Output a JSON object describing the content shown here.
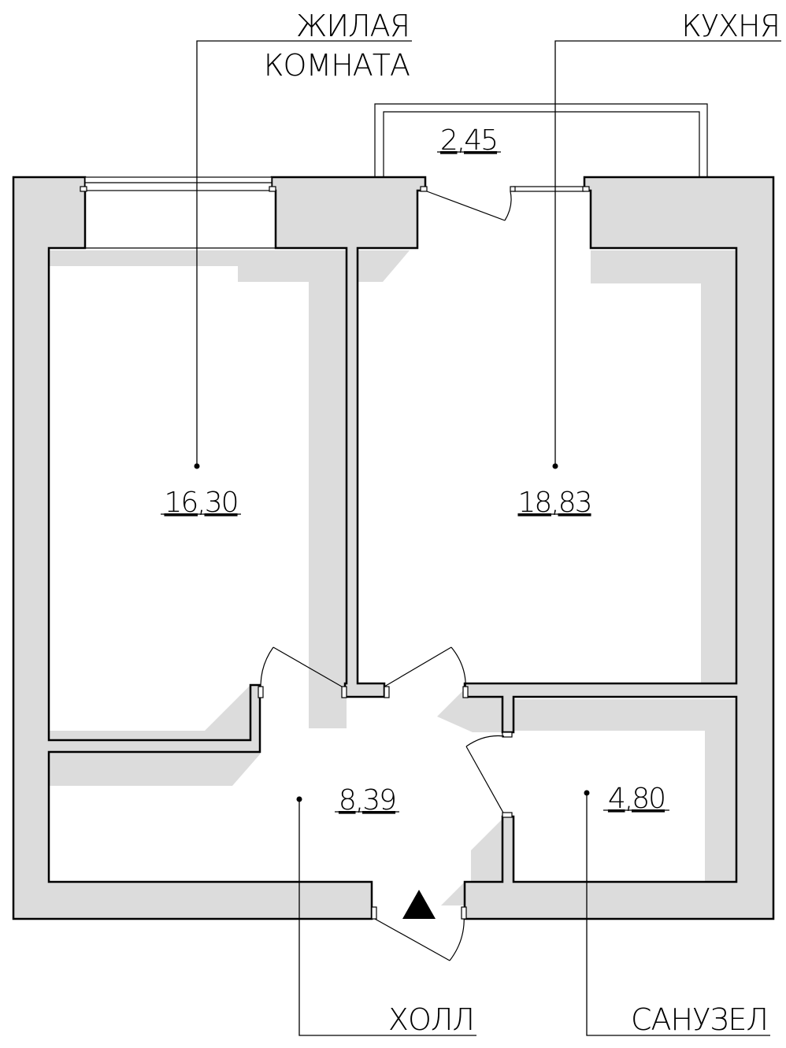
{
  "rooms": {
    "living": {
      "label_line1": "ЖИЛАЯ",
      "label_line2": "КОМНАТА",
      "area": "16,30"
    },
    "kitchen": {
      "label": "КУХНЯ",
      "area": "18,83"
    },
    "balcony": {
      "area": "2,45"
    },
    "hall": {
      "label": "ХОЛЛ",
      "area": "8,39"
    },
    "bathroom": {
      "label": "САНУЗЕЛ",
      "area": "4,80"
    }
  },
  "icons": {
    "entrance": "entrance-triangle-icon"
  }
}
